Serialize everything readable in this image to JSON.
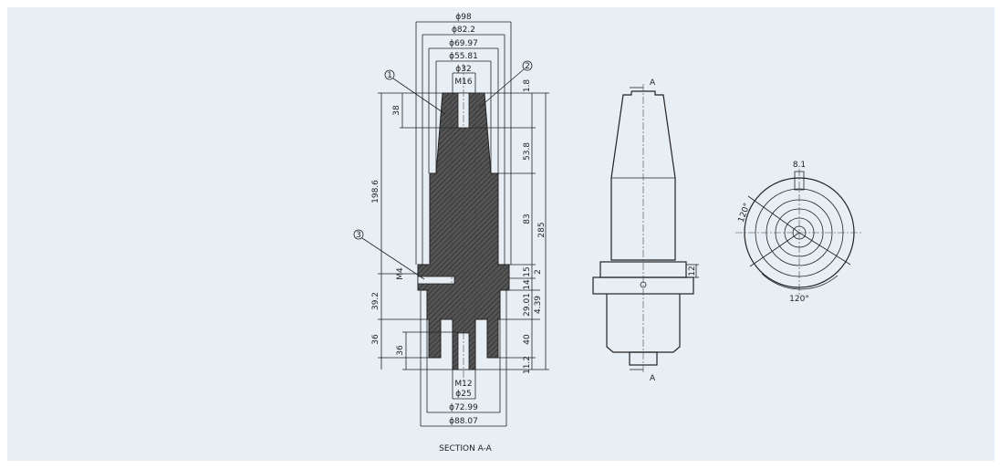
{
  "section_view": {
    "title": "SECTION A-A",
    "callouts": [
      "1",
      "2",
      "3"
    ],
    "top_dims": {
      "d98": "ϕ98",
      "d82": "ϕ82.2",
      "d69": "ϕ69.97",
      "d55": "ϕ55.81",
      "d32": "ϕ32",
      "m16": "M16"
    },
    "left_dims": {
      "h38": "38",
      "h198": "198.6",
      "m4": "M4",
      "h39": "39.2",
      "h36a": "36",
      "h36b": "36"
    },
    "right_dims": {
      "h1_8": "1.8",
      "h53": "53.8",
      "h83": "83",
      "h285": "285",
      "h15": "15",
      "h2": "2",
      "h14": "14",
      "h29": "29.01",
      "h4": "4.39",
      "h40": "40",
      "h11": "11.2"
    },
    "bottom_dims": {
      "m12": "M12",
      "d25": "ϕ25",
      "d72": "ϕ72.99",
      "d88": "ϕ88.07"
    }
  },
  "side_view": {
    "cut_top": "A",
    "cut_bottom": "A",
    "dim12": "12"
  },
  "end_view": {
    "dim8": "8.1",
    "angle_left": "120°",
    "angle_bottom": "120°"
  }
}
